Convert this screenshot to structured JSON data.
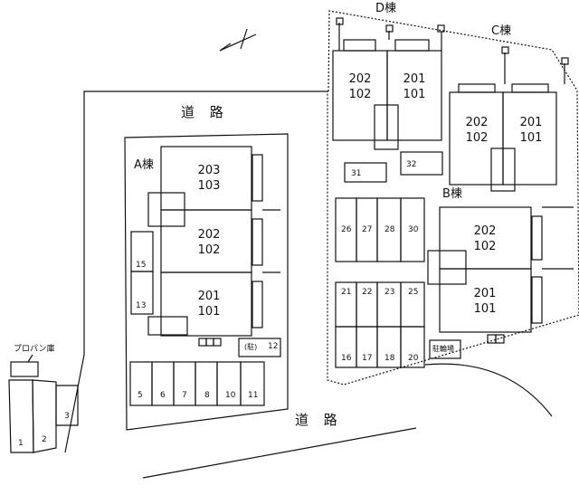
{
  "roads": {
    "top": "道 路",
    "bottom": "道 路"
  },
  "buildings": {
    "a": {
      "label": "A棟",
      "units": [
        {
          "upper": "203",
          "lower": "103"
        },
        {
          "upper": "202",
          "lower": "102"
        },
        {
          "upper": "201",
          "lower": "101"
        }
      ]
    },
    "b": {
      "label": "B棟",
      "units": [
        {
          "upper": "202",
          "lower": "102"
        },
        {
          "upper": "201",
          "lower": "101"
        }
      ]
    },
    "c": {
      "label": "C棟",
      "units": [
        {
          "upper": "202",
          "lower": "102"
        },
        {
          "upper": "201",
          "lower": "101"
        }
      ]
    },
    "d": {
      "label": "D棟",
      "units": [
        {
          "upper": "202",
          "lower": "102"
        },
        {
          "upper": "201",
          "lower": "101"
        }
      ]
    }
  },
  "parking": {
    "a_side": [
      "15",
      "13"
    ],
    "a_bottom": [
      "5",
      "6",
      "7",
      "8",
      "10",
      "11"
    ],
    "a_bike": "(駐)",
    "a_twelve": "12",
    "center": [
      "31",
      "32"
    ],
    "row_upper": [
      "26",
      "27",
      "28",
      "30"
    ],
    "row_mid": [
      "21",
      "22",
      "23",
      "25"
    ],
    "row_low": [
      "16",
      "17",
      "18",
      "20"
    ],
    "bicycle": "駐輪場"
  },
  "propane": {
    "label": "プロパン庫"
  },
  "left_lots": [
    "1",
    "2",
    "3"
  ]
}
